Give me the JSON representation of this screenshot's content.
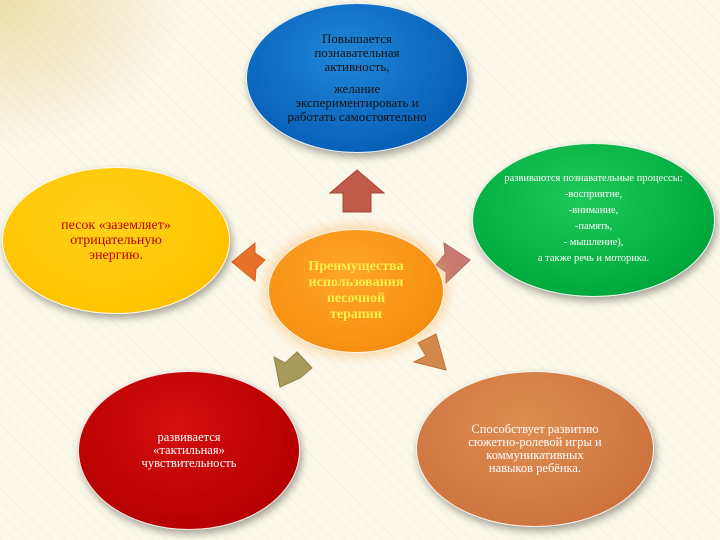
{
  "center": {
    "title_lines": [
      "Преимущества",
      "использования",
      "песочной",
      "терапии"
    ]
  },
  "top": {
    "lines_a": [
      "Повышается",
      "познавательная",
      "активность,"
    ],
    "lines_b": [
      "желание",
      "экспериментировать и",
      "работать самостоятельно"
    ]
  },
  "right": {
    "lines": [
      "развиваются познавательные процессы:",
      "-восприятие,",
      "-внимание,",
      "-память,",
      "- мышление),",
      "а также речь и моторика."
    ]
  },
  "left": {
    "lines": [
      "песок «заземляет»",
      "отрицательную",
      "энергию."
    ]
  },
  "bottom_left": {
    "lines": [
      "развивается",
      "«тактильная»",
      "чувствительность"
    ]
  },
  "bottom_right": {
    "lines": [
      "Способствует развитию",
      "сюжетно-ролевой игры и",
      "коммуникативных",
      "навыков ребёнка."
    ]
  },
  "colors": {
    "top": "#0861b8",
    "right": "#00aa3e",
    "left": "#ffc400",
    "center": "#f69012",
    "bottom_left": "#b80000",
    "bottom_right": "#cf7540",
    "arrow_top": "#c05a4a",
    "arrow_right": "#c87a70",
    "arrow_left": "#e8702a",
    "arrow_bottom_left": "#a89a5a",
    "arrow_bottom_right": "#d4884c"
  },
  "icons": [
    "arrow-up-icon",
    "arrow-right-icon",
    "arrow-left-icon",
    "arrow-bottom-left-icon",
    "arrow-bottom-right-icon"
  ]
}
